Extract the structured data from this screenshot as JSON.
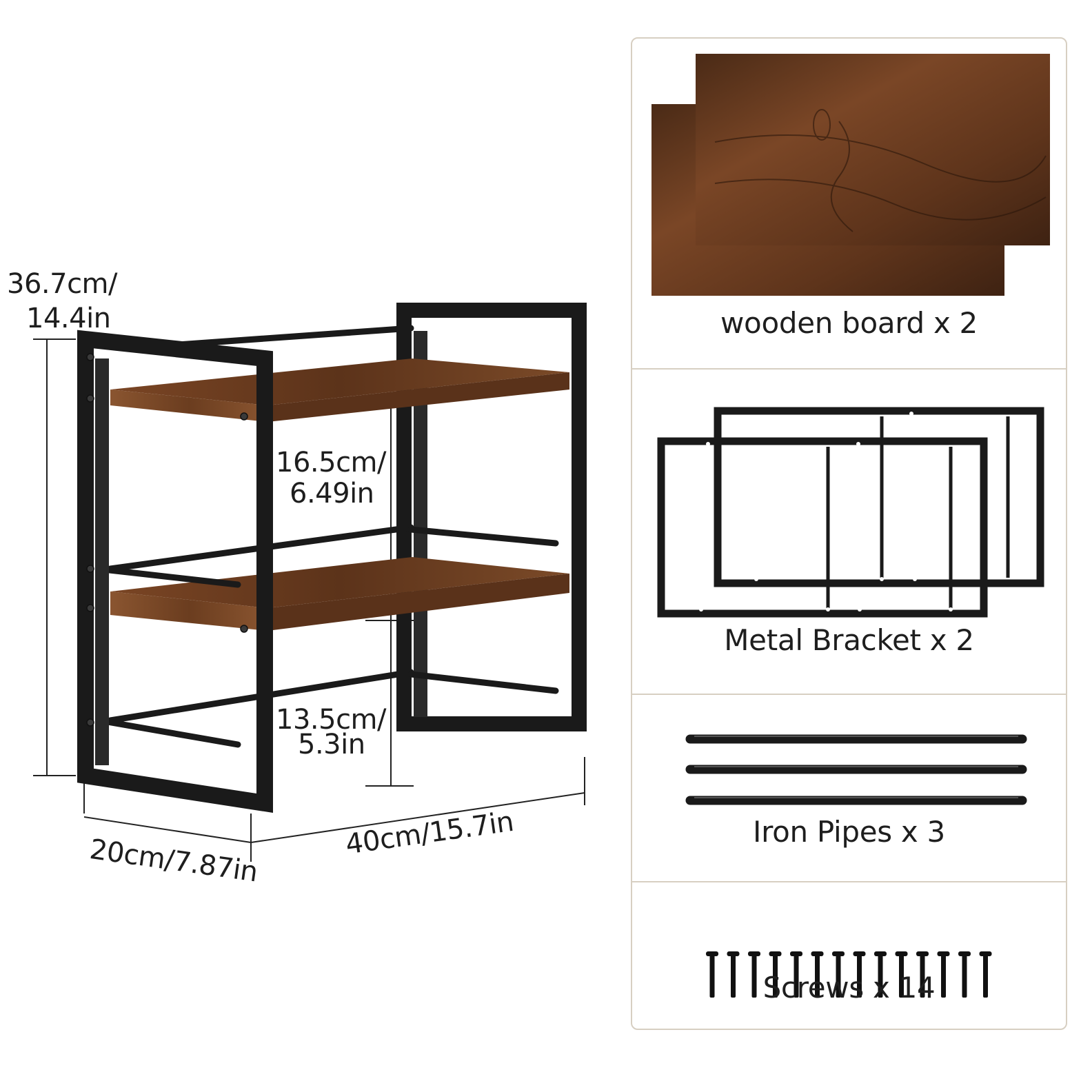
{
  "dimensions": {
    "height_cm": "36.7cm/",
    "height_in": "14.4in",
    "upper_gap_cm": "16.5cm/",
    "upper_gap_in": "6.49in",
    "lower_gap_cm": "13.5cm/",
    "lower_gap_in": "5.3in",
    "depth": "20cm/7.87in",
    "width": "40cm/15.7in"
  },
  "parts": [
    {
      "label": "wooden board x 2",
      "icon": "wooden-board-icon"
    },
    {
      "label": "Metal Bracket x 2",
      "icon": "metal-bracket-icon"
    },
    {
      "label": "Iron Pipes x 3",
      "icon": "iron-pipe-icon"
    },
    {
      "label": "Screws x 14",
      "icon": "screw-icon"
    }
  ],
  "colors": {
    "frame": "#1a1a1a",
    "wood": "#6b3d1f",
    "panel_border": "#d7cfc2",
    "text": "#1e1e1e"
  }
}
